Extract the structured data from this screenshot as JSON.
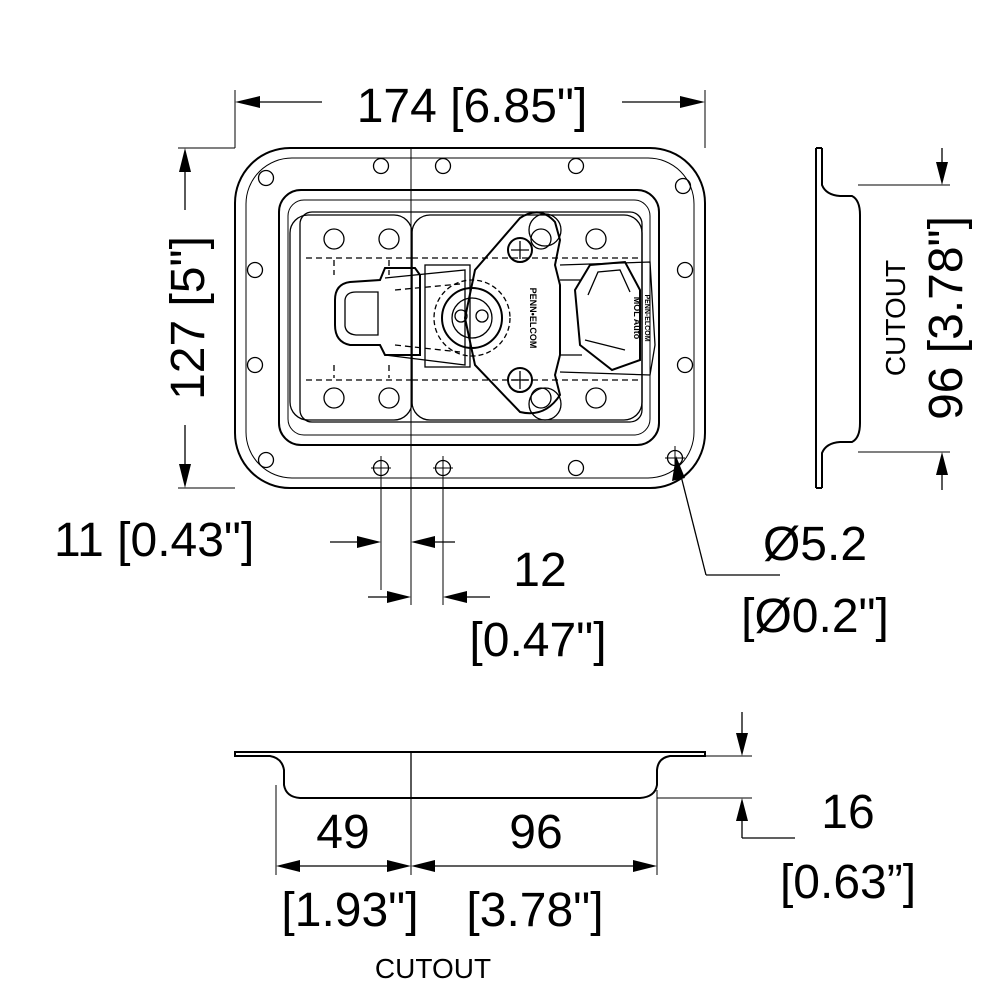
{
  "dimensions": {
    "width": "174 [6.85\"]",
    "height": "127 [5\"]",
    "side_cutout_value": "96 [3.78\"]",
    "side_cutout_label": "CUTOUT",
    "offset_left_value": "11 [0.43\"]",
    "offset_right_value": "12",
    "offset_right_inch": "[0.47\"]",
    "hole_value": "Ø5.2",
    "hole_inch": "[Ø0.2\"]",
    "bottom_left_value": "49",
    "bottom_left_inch": "[1.93\"]",
    "bottom_right_value": "96",
    "bottom_right_inch": "[3.78\"]",
    "depth_value": "16",
    "depth_inch": "[0.63”]",
    "bottom_cutout_label": "CUTOUT"
  },
  "markings": {
    "brand_text": "PENN•ELCOM",
    "lock_text_1": "MOL Auto",
    "lock_text_2": "PENN-ELCOM"
  }
}
